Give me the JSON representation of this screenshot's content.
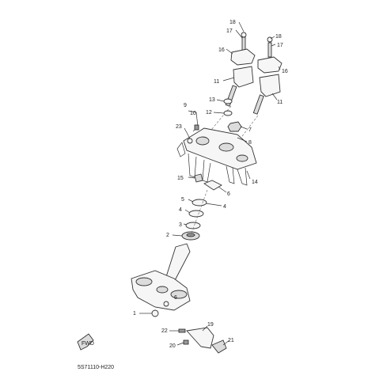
{
  "diagram": {
    "code": "5S71110-H220",
    "fwd_mark": "FWD",
    "labels": {
      "n1": "1",
      "n2": "2",
      "n3": "3",
      "n4": "4",
      "n4b": "4",
      "n5": "5",
      "n6": "6",
      "n6b": "6",
      "n7": "7",
      "n8": "8",
      "n9": "9",
      "n10": "10",
      "n11a": "11",
      "n11b": "11",
      "n12": "12",
      "n13": "13",
      "n14": "14",
      "n15": "15",
      "n16a": "16",
      "n16b": "16",
      "n17a": "17",
      "n17b": "17",
      "n18a": "18",
      "n18b": "18",
      "n19": "19",
      "n20": "20",
      "n21": "21",
      "n22": "22",
      "n23": "23"
    }
  }
}
